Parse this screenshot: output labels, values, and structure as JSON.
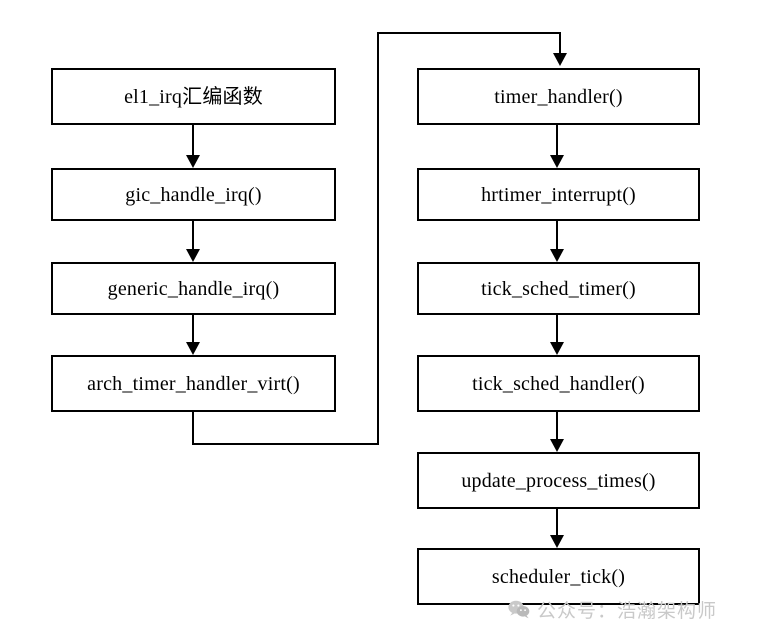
{
  "diagram": {
    "type": "flowchart",
    "title": "",
    "background_color": "#ffffff",
    "line_color": "#000000",
    "box_fill": "#ffffff",
    "columns": [
      {
        "name": "irq-entry-column",
        "nodes": [
          {
            "id": "el1-irq",
            "label": "el1_irq汇编函数"
          },
          {
            "id": "gic-handle-irq",
            "label": "gic_handle_irq()"
          },
          {
            "id": "generic-handle-irq",
            "label": "generic_handle_irq()"
          },
          {
            "id": "arch-timer-handler-virt",
            "label": "arch_timer_handler_virt()"
          }
        ]
      },
      {
        "name": "timer-tick-column",
        "nodes": [
          {
            "id": "timer-handler",
            "label": "timer_handler()"
          },
          {
            "id": "hrtimer-interrupt",
            "label": "hrtimer_interrupt()"
          },
          {
            "id": "tick-sched-timer",
            "label": "tick_sched_timer()"
          },
          {
            "id": "tick-sched-handler",
            "label": "tick_sched_handler()"
          },
          {
            "id": "update-process-times",
            "label": "update_process_times()"
          },
          {
            "id": "scheduler-tick",
            "label": "scheduler_tick()"
          }
        ]
      }
    ],
    "edges": [
      {
        "from": "el1-irq",
        "to": "gic-handle-irq",
        "style": "straight-down"
      },
      {
        "from": "gic-handle-irq",
        "to": "generic-handle-irq",
        "style": "straight-down"
      },
      {
        "from": "generic-handle-irq",
        "to": "arch-timer-handler-virt",
        "style": "straight-down"
      },
      {
        "from": "arch-timer-handler-virt",
        "to": "timer-handler",
        "style": "routed-loop"
      },
      {
        "from": "timer-handler",
        "to": "hrtimer-interrupt",
        "style": "straight-down"
      },
      {
        "from": "hrtimer-interrupt",
        "to": "tick-sched-timer",
        "style": "straight-down"
      },
      {
        "from": "tick-sched-timer",
        "to": "tick-sched-handler",
        "style": "straight-down"
      },
      {
        "from": "tick-sched-handler",
        "to": "update-process-times",
        "style": "straight-down"
      },
      {
        "from": "update-process-times",
        "to": "scheduler-tick",
        "style": "straight-down"
      }
    ]
  },
  "watermark": {
    "icon": "wechat-icon",
    "text": "公众号：浩瀚架构师",
    "color": "#c9c9c9"
  }
}
